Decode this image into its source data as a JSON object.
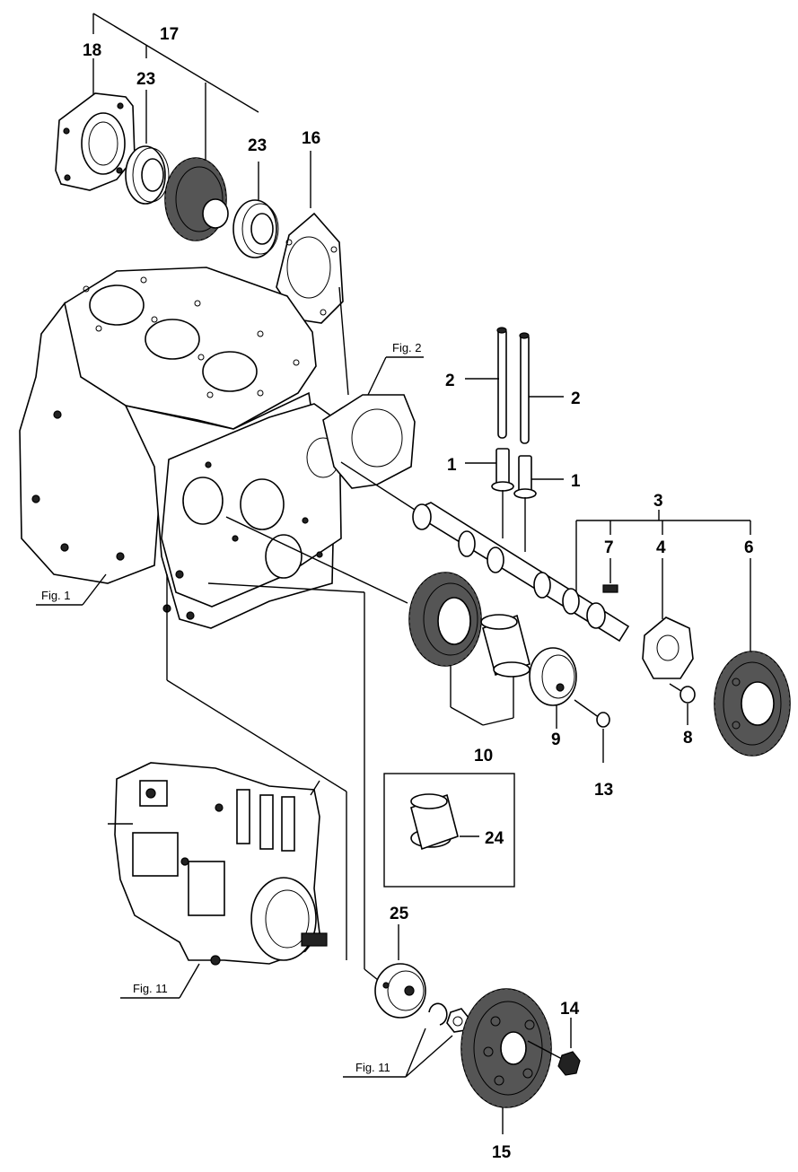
{
  "labels": {
    "n1a": "1",
    "n1b": "1",
    "n2a": "2",
    "n2b": "2",
    "n3": "3",
    "n4": "4",
    "n6": "6",
    "n7": "7",
    "n8": "8",
    "n9": "9",
    "n10": "10",
    "n13": "13",
    "n14": "14",
    "n15": "15",
    "n16": "16",
    "n17": "17",
    "n18": "18",
    "n23a": "23",
    "n23b": "23",
    "n24": "24",
    "n25": "25"
  },
  "figure_refs": {
    "fig1": "Fig. 1",
    "fig2": "Fig. 2",
    "fig11a": "Fig. 11",
    "fig11b": "Fig. 11"
  }
}
